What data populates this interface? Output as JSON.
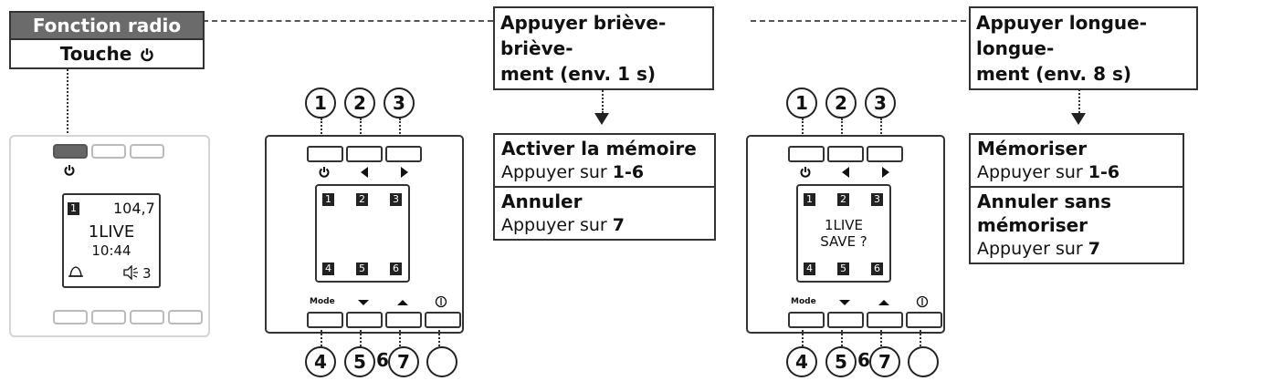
{
  "header": {
    "title": "Fonction radio",
    "subtitle": "Touche",
    "subtitle_icon": "power-icon"
  },
  "callout_short": {
    "line1": "Appuyer briève-briève-",
    "line2": "ment (env. 1 s)"
  },
  "callout_long": {
    "line1": "Appuyer longue-longue-",
    "line2": "ment (env. 8 s)"
  },
  "actions_short": {
    "activate_heading": "Activer la mémoire",
    "activate_prefix": "Appuyer sur ",
    "activate_keys": "1-6",
    "cancel_heading": "Annuler",
    "cancel_prefix": "Appuyer sur ",
    "cancel_key": "7"
  },
  "actions_long": {
    "save_heading": "Mémoriser",
    "save_prefix": "Appuyer sur ",
    "save_keys": "1-6",
    "cancel_heading_1": "Annuler sans",
    "cancel_heading_2": "mémoriser",
    "cancel_prefix": "Appuyer sur ",
    "cancel_key": "7"
  },
  "device_display": {
    "preset": "1",
    "frequency": "104,7",
    "station": "1LIVE",
    "time": "10:44",
    "volume": "3",
    "icons": [
      "bell-icon",
      "speaker-icon"
    ]
  },
  "panel_short": {
    "top_numbers": [
      "1",
      "2",
      "3"
    ],
    "presets": [
      "1",
      "2",
      "3",
      "4",
      "5",
      "6"
    ],
    "mode_label": "Mode",
    "bottom_numbers": [
      "4",
      "5",
      "6",
      "7"
    ]
  },
  "panel_long": {
    "top_numbers": [
      "1",
      "2",
      "3"
    ],
    "presets": [
      "1",
      "2",
      "3",
      "4",
      "5",
      "6"
    ],
    "screen_line1": "1LIVE",
    "screen_line2": "SAVE ?",
    "mode_label": "Mode",
    "bottom_numbers": [
      "4",
      "5",
      "6",
      "7"
    ]
  },
  "colors": {
    "header_dark": "#6b6b6b",
    "outline": "#333333",
    "active_key": "#666666"
  }
}
